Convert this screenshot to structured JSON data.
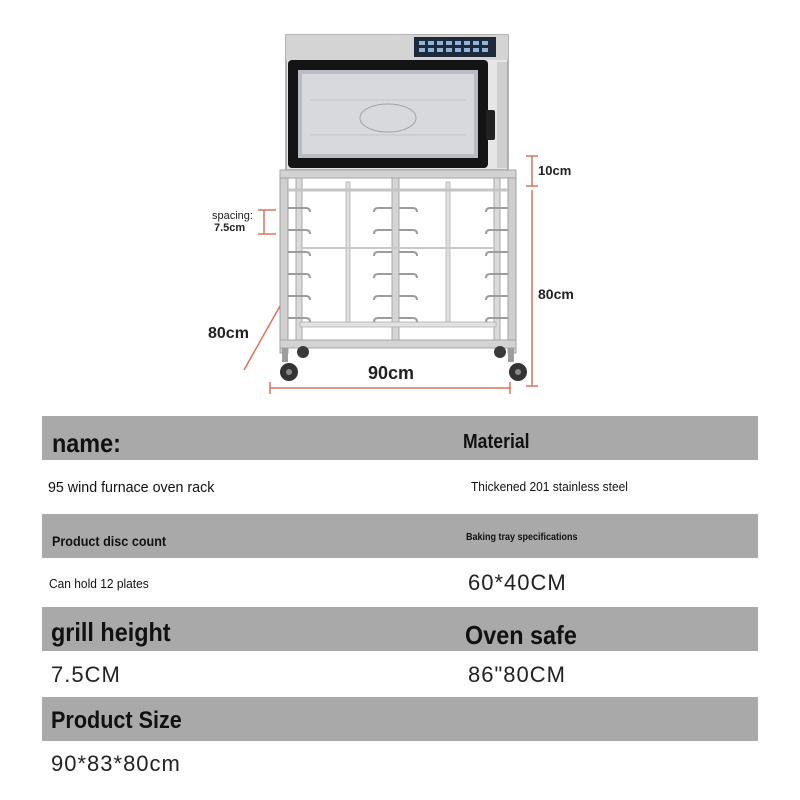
{
  "image": {
    "dimensions": {
      "top_gap": "10cm",
      "height": "80cm",
      "depth": "80cm",
      "width": "90cm",
      "spacing_label": "spacing:",
      "spacing_value": "7.5cm"
    }
  },
  "specs": {
    "name_label": "name:",
    "name_value": "95 wind furnace oven rack",
    "material_label": "Material",
    "material_value": "Thickened 201 stainless steel",
    "disc_count_label": "Product disc count",
    "disc_count_value": "Can hold 12 plates",
    "tray_spec_label": "Baking tray specifications",
    "tray_spec_value": "60*40CM",
    "grill_height_label": "grill height",
    "grill_height_value": "7.5CM",
    "oven_safe_label": "Oven safe",
    "oven_safe_value": "86\"80CM",
    "product_size_label": "Product Size",
    "product_size_value": "90*83*80cm"
  },
  "colors": {
    "band": "#a9a9a9",
    "dimension_line": "#d9735a",
    "steel": "#c9c9c9"
  }
}
